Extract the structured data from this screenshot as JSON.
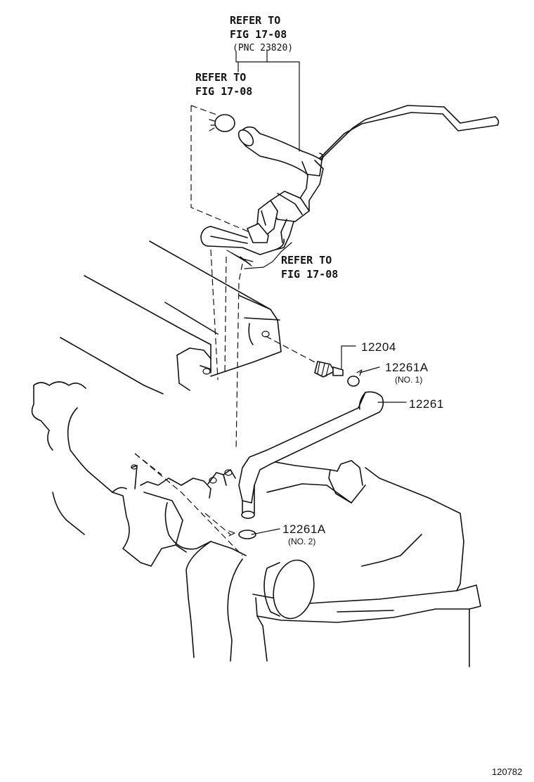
{
  "refs": {
    "top": {
      "line1": "REFER TO",
      "line2": "FIG 17-08",
      "line3": "(PNC 23820)"
    },
    "left": {
      "line1": "REFER TO",
      "line2": "FIG 17-08"
    },
    "mid": {
      "line1": "REFER TO",
      "line2": "FIG 17-08"
    }
  },
  "parts": {
    "p12204": {
      "number": "12204"
    },
    "p12261a1": {
      "number": "12261A",
      "note": "(NO. 1)"
    },
    "p12261": {
      "number": "12261"
    },
    "p12261a2": {
      "number": "12261A",
      "note": "(NO. 2)"
    }
  },
  "figure_number": "120782"
}
